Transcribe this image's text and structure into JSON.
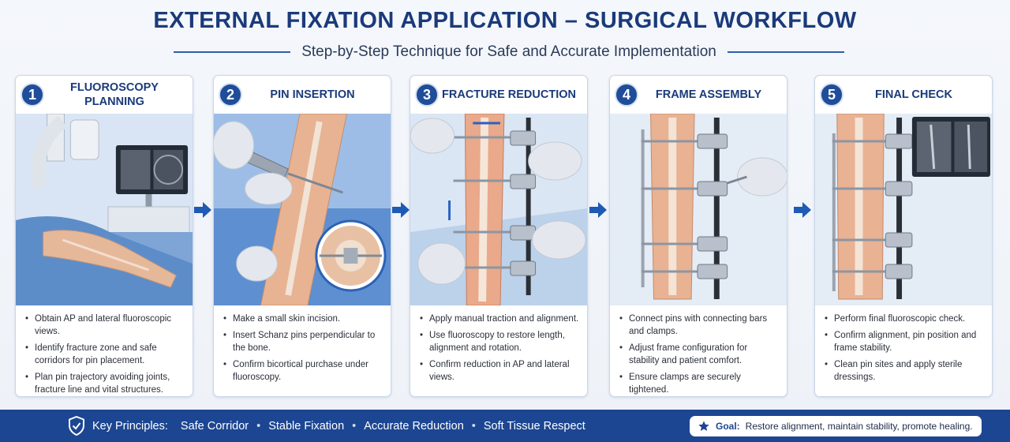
{
  "header": {
    "title": "EXTERNAL FIXATION APPLICATION – SURGICAL WORKFLOW",
    "subtitle": "Step-by-Step Technique for Safe and Accurate Implementation"
  },
  "steps": [
    {
      "number": "1",
      "title_line1": "FLUOROSCOPY",
      "title_line2": "PLANNING",
      "bullets": [
        "Obtain AP and lateral fluoroscopic views.",
        "Identify fracture zone and safe corridors for pin placement.",
        "Plan pin trajectory avoiding joints, fracture line and vital structures."
      ]
    },
    {
      "number": "2",
      "title_line1": "PIN INSERTION",
      "title_line2": "",
      "bullets": [
        "Make a small skin incision.",
        "Insert Schanz pins perpendicular to the bone.",
        "Confirm bicortical purchase under fluoroscopy."
      ]
    },
    {
      "number": "3",
      "title_line1": "FRACTURE REDUCTION",
      "title_line2": "",
      "bullets": [
        "Apply manual traction and alignment.",
        "Use fluoroscopy to restore length, alignment and rotation.",
        "Confirm reduction in AP and lateral views."
      ]
    },
    {
      "number": "4",
      "title_line1": "FRAME ASSEMBLY",
      "title_line2": "",
      "bullets": [
        "Connect pins with connecting bars and clamps.",
        "Adjust frame configuration for stability and patient comfort.",
        "Ensure clamps are securely tightened."
      ]
    },
    {
      "number": "5",
      "title_line1": "FINAL CHECK",
      "title_line2": "",
      "bullets": [
        "Perform final fluoroscopic check.",
        "Confirm alignment, pin position and frame stability.",
        "Clean pin sites and apply sterile dressings."
      ]
    }
  ],
  "footer": {
    "principles_label": "Key Principles:",
    "principles": [
      "Safe Corridor",
      "Stable Fixation",
      "Accurate Reduction",
      "Soft Tissue Respect"
    ],
    "separator": "•",
    "goal_label": "Goal:",
    "goal_text": "Restore alignment, maintain stability, promote healing."
  },
  "colors": {
    "accent": "#1f4d99",
    "footer_bg": "#1c4692",
    "title": "#1a3a7a"
  },
  "icons": [
    "shield-check-icon",
    "star-icon",
    "arrow-right-icon"
  ]
}
